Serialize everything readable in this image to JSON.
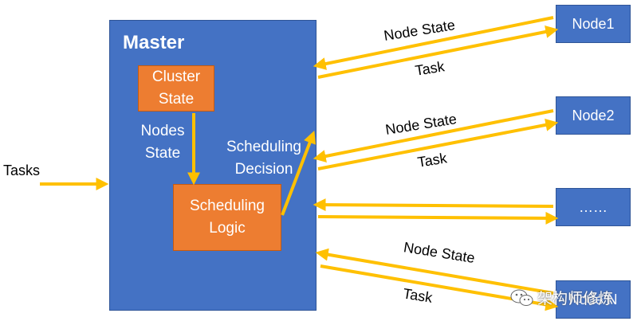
{
  "master": {
    "title": "Master"
  },
  "cluster_state": {
    "line1": "Cluster",
    "line2": "State"
  },
  "nodes_state": {
    "line1": "Nodes",
    "line2": "State"
  },
  "scheduling_decision": {
    "line1": "Scheduling",
    "line2": "Decision"
  },
  "scheduling_logic": {
    "line1": "Scheduling",
    "line2": "Logic"
  },
  "tasks_label": "Tasks",
  "nodes": {
    "node1": "Node1",
    "node2": "Node2",
    "dots": "……",
    "nodeN": "Node N"
  },
  "edges": {
    "node_state_1": "Node State",
    "task_1": "Task",
    "node_state_2": "Node State",
    "task_2": "Task",
    "node_state_3": "Node State",
    "task_3": "Task"
  },
  "watermark": {
    "text": "架构师修炼",
    "icon": "wechat-icon"
  },
  "colors": {
    "master_fill": "#4472c4",
    "box_orange": "#ed7d31",
    "node_fill": "#4472c4",
    "arrow": "#ffc000"
  }
}
